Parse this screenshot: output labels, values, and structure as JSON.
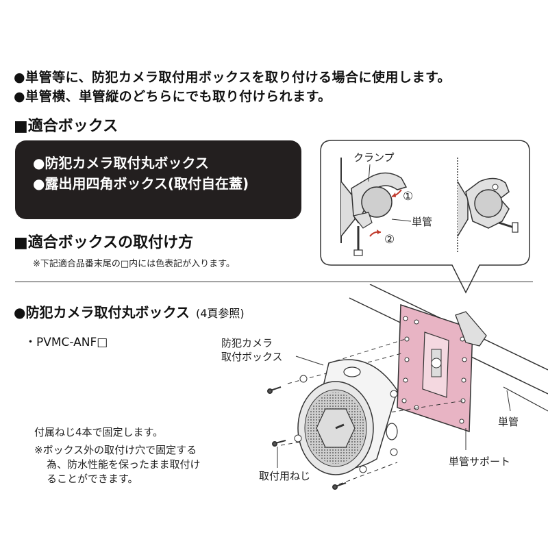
{
  "intro": {
    "line1": "●単管等に、防犯カメラ取付用ボックスを取り付ける場合に使用します。",
    "line2": "●単管横、単管縦のどちらにでも取り付けられます。"
  },
  "compat_section": {
    "title": "■適合ボックス",
    "items": [
      "●防犯カメラ取付丸ボックス",
      "●露出用四角ボックス(取付自在蓋)"
    ]
  },
  "mount_section": {
    "title": "■適合ボックスの取付け方",
    "note": "※下記適合品番末尾の□内には色表記が入ります。"
  },
  "clamp_diagram": {
    "clamp_label": "クランプ",
    "pipe_label": "単管",
    "step1": "①",
    "step2": "②"
  },
  "round_box_section": {
    "title": "●防犯カメラ取付丸ボックス",
    "ref": "(4頁参照)",
    "model": "・PVMC-ANF□",
    "fix_note": "付属ねじ4本で固定します。",
    "caution": [
      "※ボックス外の取付け穴で固定する",
      "為、防水性能を保ったまま取付け",
      "ることができます。"
    ]
  },
  "assembly_diagram": {
    "box_label_line1": "防犯カメラ",
    "box_label_line2": "取付ボックス",
    "pipe_label": "単管",
    "support_label": "単管サポート",
    "screw_label": "取付用ねじ"
  },
  "colors": {
    "dark_box": "#231f1f",
    "support_plate": "#e8b4c4",
    "pipe_fill": "#cfcfcf"
  }
}
